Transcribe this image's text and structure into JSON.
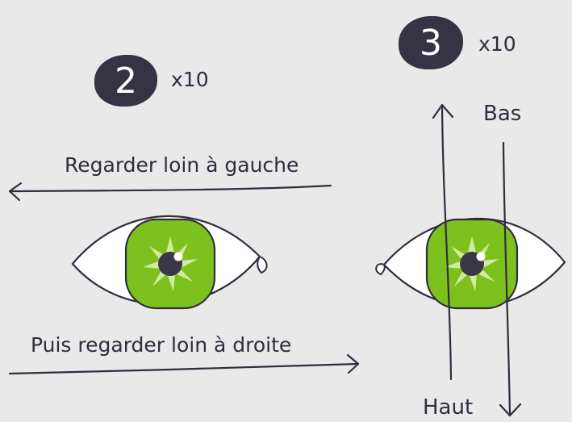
{
  "exercise_2": {
    "step": "2",
    "repeat": "x10",
    "instruction_left": "Regarder loin à gauche",
    "instruction_right": "Puis regarder loin à droite"
  },
  "exercise_3": {
    "step": "3",
    "repeat": "x10",
    "label_top": "Bas",
    "label_bottom": "Haut"
  },
  "colors": {
    "background": "#e9e9e9",
    "ink": "#2f2d3e",
    "badge": "#353344",
    "iris": "#7dc11f",
    "iris_light": "#d9efb0",
    "pupil": "#3a3848"
  }
}
